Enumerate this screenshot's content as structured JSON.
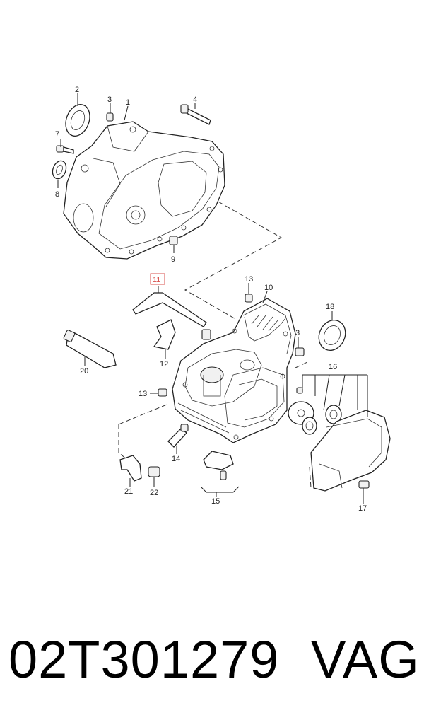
{
  "diagram": {
    "callouts": [
      "1",
      "2",
      "3",
      "4",
      "7",
      "8",
      "9",
      "10",
      "11",
      "12",
      "13",
      "14",
      "15",
      "16",
      "17",
      "18",
      "20",
      "21",
      "22"
    ],
    "callout_extra": {
      "three_right": "3",
      "thirteen_left": "13"
    },
    "highlighted": "11"
  },
  "footer": {
    "part_number": "02T301279",
    "brand": "VAG"
  },
  "colors": {
    "highlight": "#d9534f",
    "ink": "#222222"
  }
}
